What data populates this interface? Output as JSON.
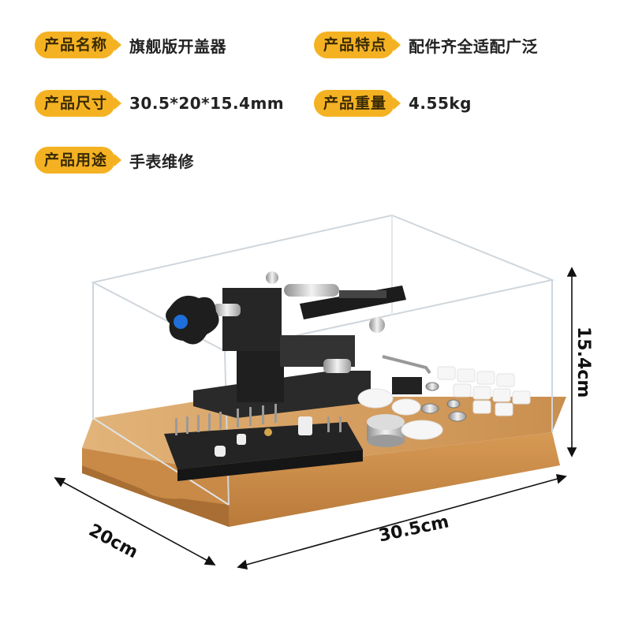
{
  "specs": {
    "name": {
      "label": "产品名称",
      "value": "旗舰版开盖器"
    },
    "feature": {
      "label": "产品特点",
      "value": "配件齐全适配广泛"
    },
    "size": {
      "label": "产品尺寸",
      "value": "30.5*20*15.4mm"
    },
    "weight": {
      "label": "产品重量",
      "value": "4.55kg"
    },
    "use": {
      "label": "产品用途",
      "value": "手表维修"
    }
  },
  "dimensions": {
    "height": "15.4cm",
    "depth": "20cm",
    "width": "30.5cm"
  },
  "colors": {
    "pill": "#f4b223",
    "wood": "#d9a464",
    "tool": "#2a2a2a",
    "knob_accent": "#1e6fd9"
  }
}
